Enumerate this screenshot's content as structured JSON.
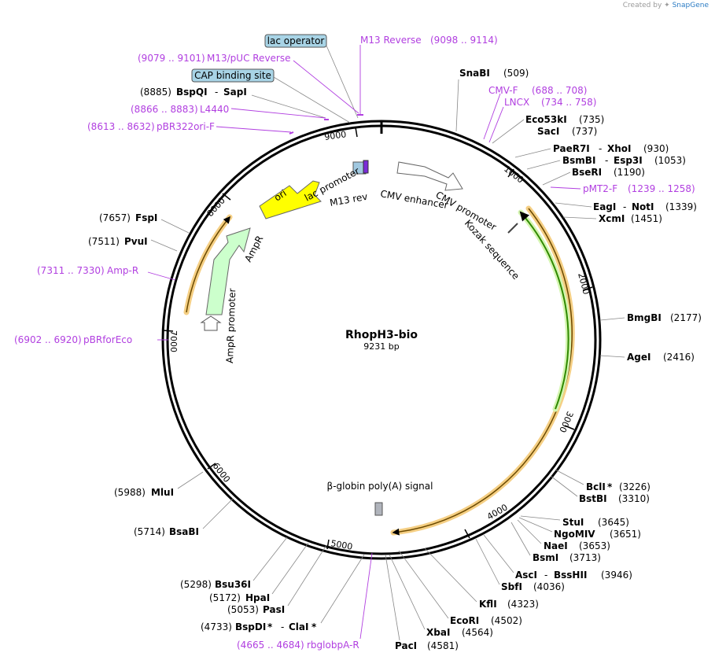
{
  "credit": {
    "prefix": "Created by",
    "brand": "SnapGene"
  },
  "plasmid": {
    "name": "RhopH3-bio",
    "length_text": "9231 bp",
    "length": 9231
  },
  "ticks": [
    "1000",
    "2000",
    "3000",
    "4000",
    "5000",
    "6000",
    "7000",
    "8000",
    "9000"
  ],
  "sites": [
    {
      "pos": "(509)",
      "name": "SnaBI"
    },
    {
      "pos": "(735)",
      "name": "Eco53kI"
    },
    {
      "pos": "(737)",
      "name": "SacI"
    },
    {
      "pos": "(930)",
      "name": "PaeR7I",
      "name2": "XhoI"
    },
    {
      "pos": "(1053)",
      "name": "BsmBI",
      "name2": "Esp3I"
    },
    {
      "pos": "(1190)",
      "name": "BseRI"
    },
    {
      "pos": "(1339)",
      "name": "EagI",
      "name2": "NotI"
    },
    {
      "pos": "(1451)",
      "name": "XcmI"
    },
    {
      "pos": "(2177)",
      "name": "BmgBI"
    },
    {
      "pos": "(2416)",
      "name": "AgeI"
    },
    {
      "pos": "(3226)",
      "name": "BclI",
      "star": " *"
    },
    {
      "pos": "(3310)",
      "name": "BstBI"
    },
    {
      "pos": "(3645)",
      "name": "StuI"
    },
    {
      "pos": "(3651)",
      "name": "NgoMIV"
    },
    {
      "pos": "(3653)",
      "name": "NaeI"
    },
    {
      "pos": "(3713)",
      "name": "BsmI"
    },
    {
      "pos": "(3946)",
      "name": "AscI",
      "name2": "BssHII"
    },
    {
      "pos": "(4036)",
      "name": "SbfI"
    },
    {
      "pos": "(4323)",
      "name": "KflI"
    },
    {
      "pos": "(4502)",
      "name": "EcoRI"
    },
    {
      "pos": "(4564)",
      "name": "XbaI"
    },
    {
      "pos": "(4581)",
      "name": "PacI"
    },
    {
      "pos": "(5988)",
      "name": "MluI"
    },
    {
      "pos": "(5714)",
      "name": "BsaBI"
    },
    {
      "pos": "(5298)",
      "name": "Bsu36I"
    },
    {
      "pos": "(5172)",
      "name": "HpaI"
    },
    {
      "pos": "(5053)",
      "name": "PasI"
    },
    {
      "pos": "(4733)",
      "name": "BspDI",
      "star": " *",
      "name2": "ClaI",
      "star2": " *"
    },
    {
      "pos": "(7657)",
      "name": "FspI"
    },
    {
      "pos": "(7511)",
      "name": "PvuI"
    },
    {
      "pos": "(8885)",
      "name": "BspQI",
      "name2": "SapI"
    }
  ],
  "primers": [
    {
      "name": "M13 Reverse",
      "range": "(9098 .. 9114)"
    },
    {
      "name": "M13/pUC Reverse",
      "range": "(9079 .. 9101)"
    },
    {
      "name": "L4440",
      "range": "(8866 .. 8883)"
    },
    {
      "name": "pBR322ori-F",
      "range": "(8613 .. 8632)"
    },
    {
      "name": "CMV-F",
      "range": "(688 .. 708)"
    },
    {
      "name": "LNCX",
      "range": "(734 .. 758)"
    },
    {
      "name": "pMT2-F",
      "range": "(1239 .. 1258)"
    },
    {
      "name": "Amp-R",
      "range": "(7311 .. 7330)"
    },
    {
      "name": "pBRforEco",
      "range": "(6902 .. 6920)"
    },
    {
      "name": "rbglobpA-R",
      "range": "(4665 .. 4684)"
    }
  ],
  "boxed_features": {
    "lac_operator": "lac operator",
    "cap_site": "CAP binding site"
  },
  "features": {
    "ori": "ori",
    "ampr": "AmpR",
    "ampr_promoter": "AmpR promoter",
    "lac_promoter": "lac promoter",
    "m13_rev": "M13 rev",
    "cmv_enhancer": "CMV enhancer",
    "cmv_promoter": "CMV promoter",
    "kozak": "Kozak sequence",
    "polya": "β-globin poly(A) signal"
  },
  "colors": {
    "primer": "#b13fe0",
    "ori": "#ffff00",
    "ampr": "#ccffcc",
    "orange": "#f0b040",
    "green": "#2f8a00",
    "box": "#a8d4e6",
    "purple": "#7b2bd8"
  }
}
